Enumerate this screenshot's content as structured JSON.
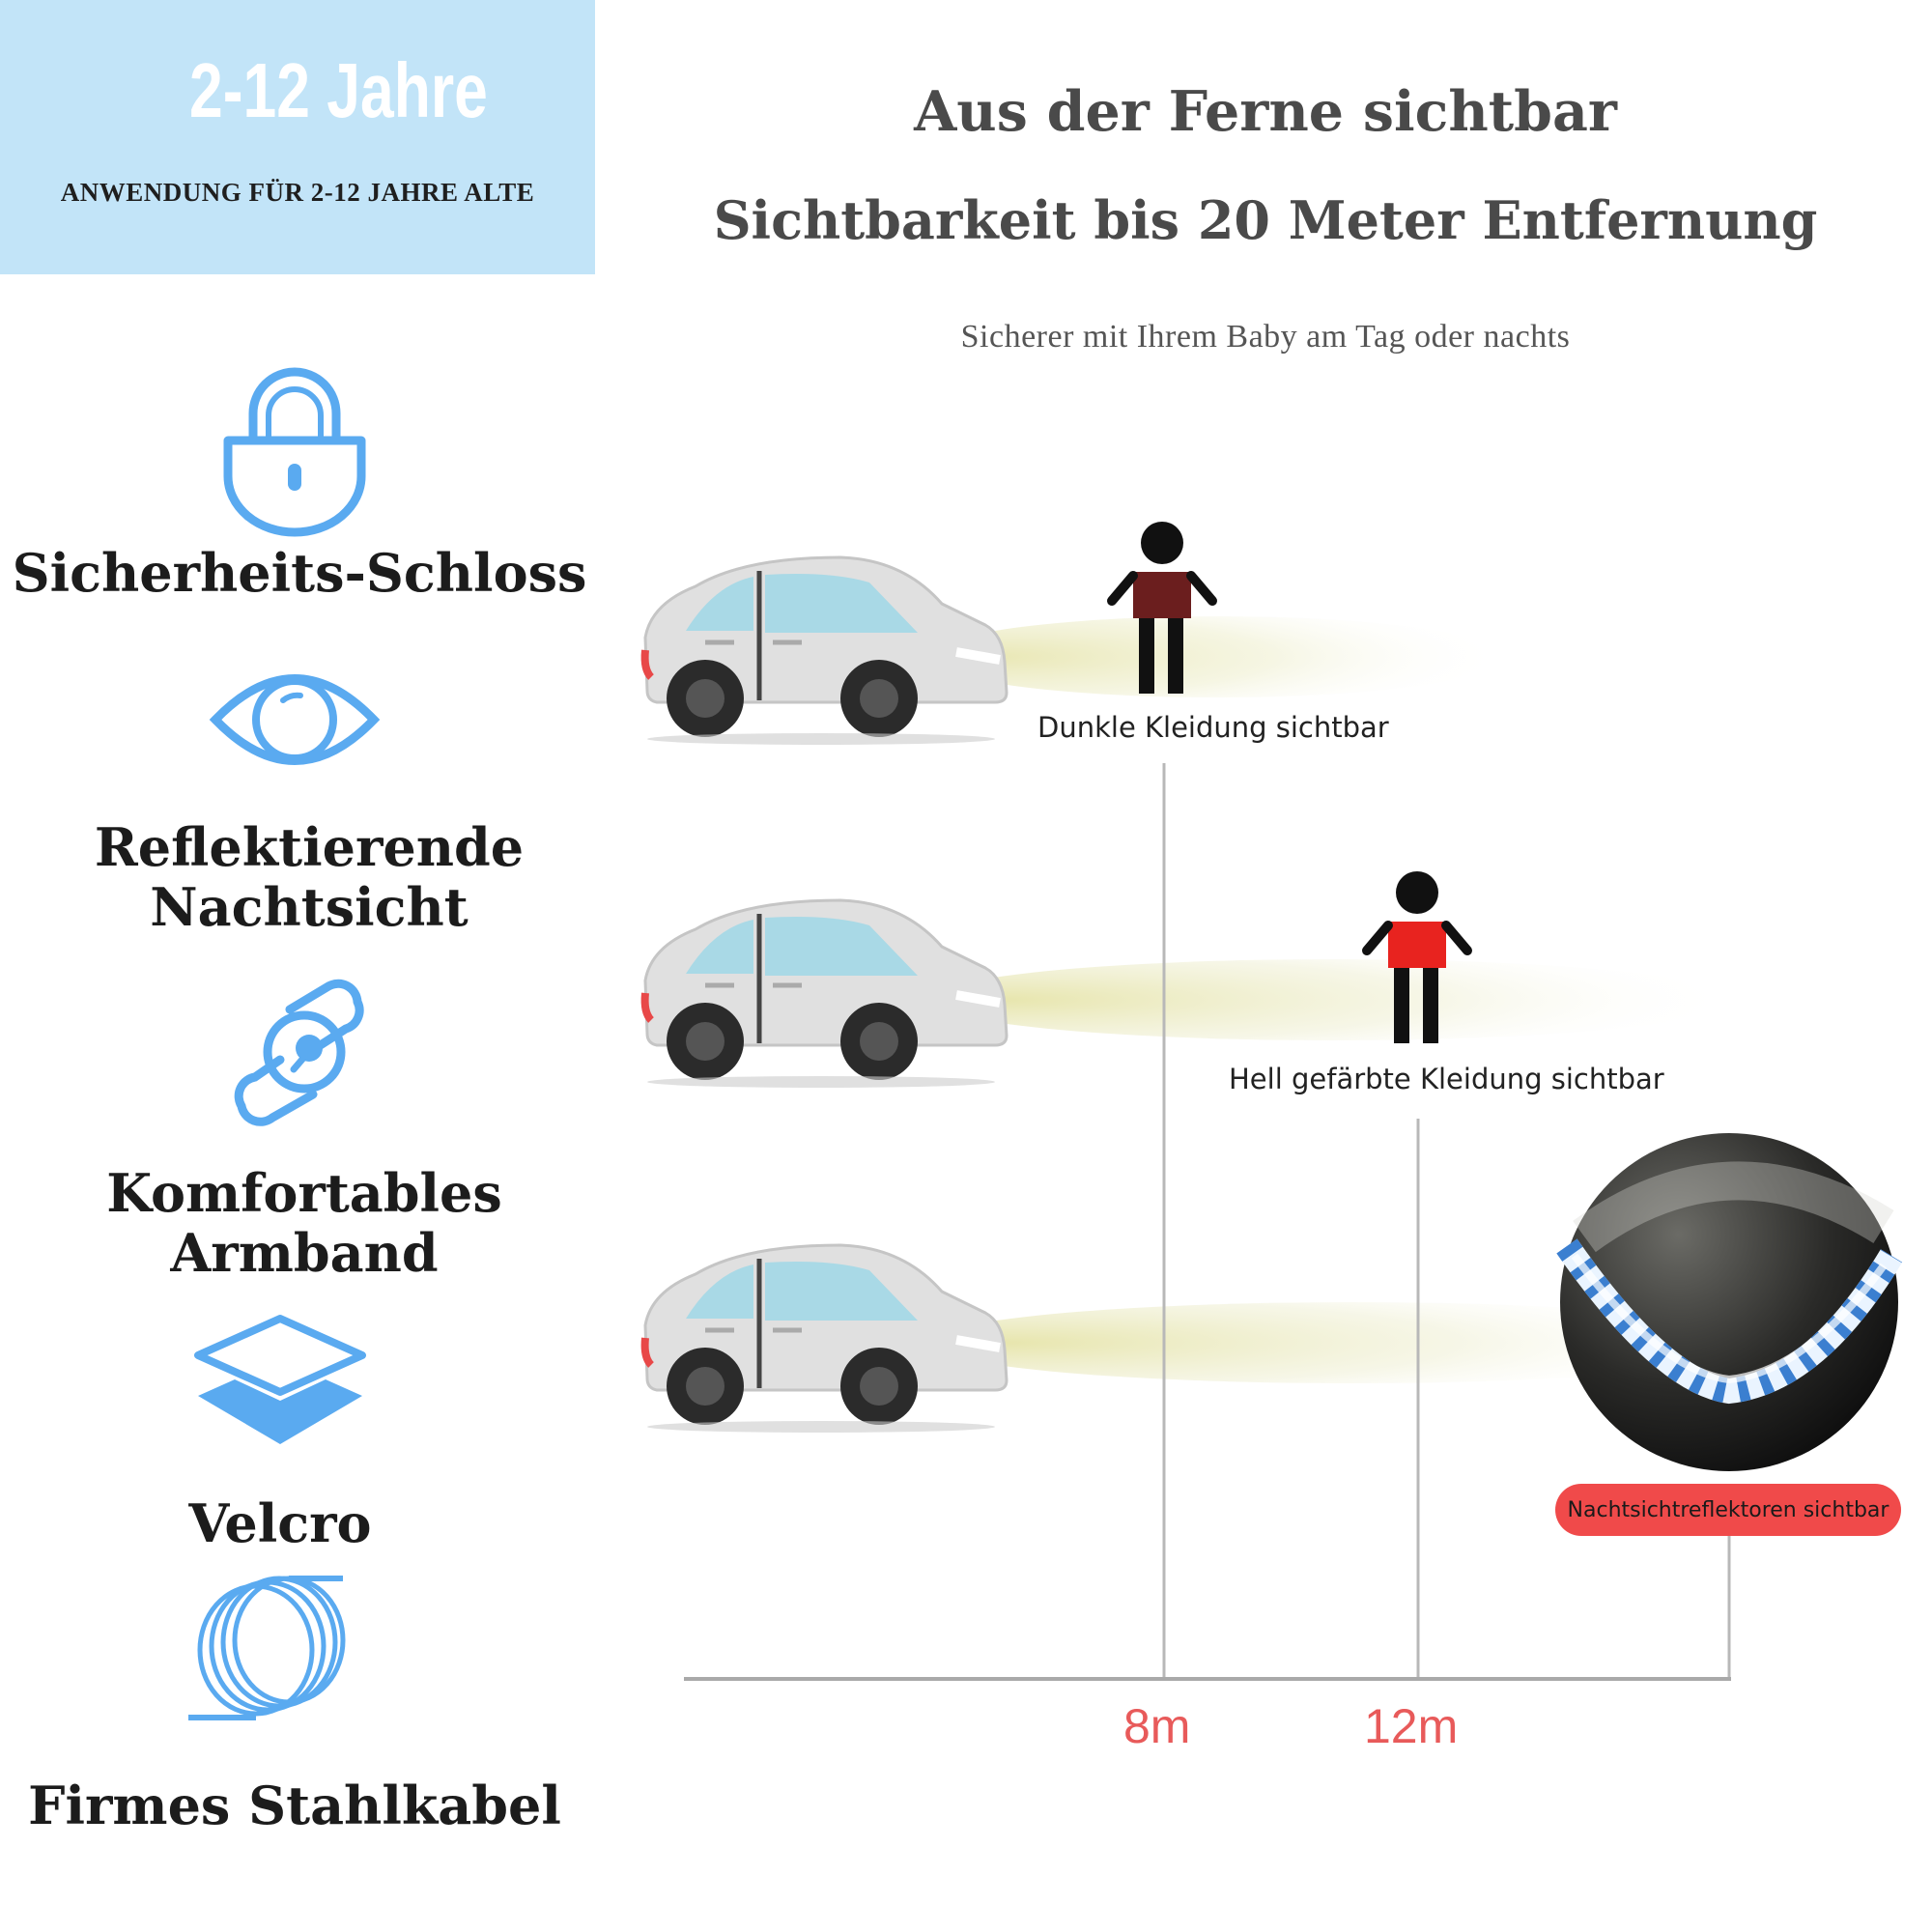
{
  "header": {
    "age_range": "2-12 Jahre",
    "age_note": "ANWENDUNG FÜR 2-12 JAHRE ALTE"
  },
  "features": [
    {
      "icon": "lock-icon",
      "label": "Sicherheits-Schloss"
    },
    {
      "icon": "eye-icon",
      "label": "Reflektierende Nachtsicht"
    },
    {
      "icon": "link-icon",
      "label": "Komfortables Armband"
    },
    {
      "icon": "layers-icon",
      "label": "Velcro"
    },
    {
      "icon": "coil-icon",
      "label": "Firmes Stahlkabel"
    }
  ],
  "main": {
    "title": "Aus der Ferne sichtbar",
    "subtitle": "Sichtbarkeit bis 20 Meter Entfernung",
    "tagline": "Sicherer mit Ihrem Baby am Tag oder nachts"
  },
  "scenarios": [
    {
      "label": "Dunkle Kleidung sichtbar",
      "shirt_color": "#6b1e1e"
    },
    {
      "label": "Hell gefärbte Kleidung sichtbar",
      "shirt_color": "#e8231f"
    },
    {
      "label": "Nachtsichtreflektoren sichtbar"
    }
  ],
  "distances": [
    "8m",
    "12m"
  ],
  "colors": {
    "accent_blue": "#5aaaf0",
    "header_bg": "#c2e4f8",
    "distance_red": "#e85a5a",
    "pill_red": "#f04a4a"
  }
}
